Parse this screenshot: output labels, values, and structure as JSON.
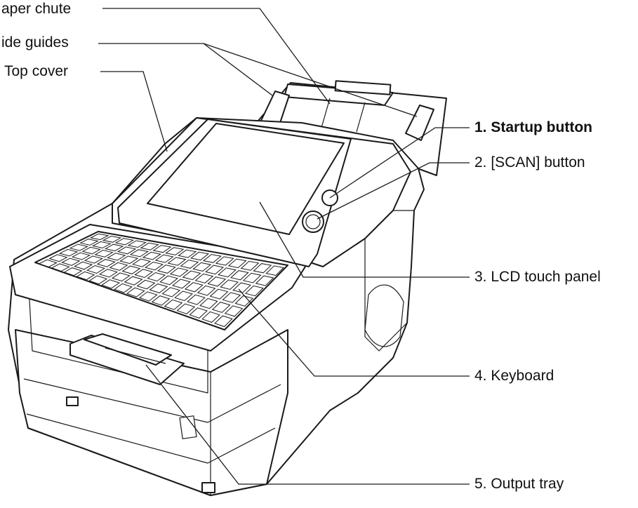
{
  "labels": {
    "paper_chute": "aper chute",
    "side_guides": "ide guides",
    "top_cover": "Top cover",
    "startup_button": "1. Startup button",
    "scan_button": "2. [SCAN] button",
    "lcd_touch_panel": "3. LCD touch panel",
    "keyboard": "4. Keyboard",
    "output_tray": "5. Output tray"
  }
}
